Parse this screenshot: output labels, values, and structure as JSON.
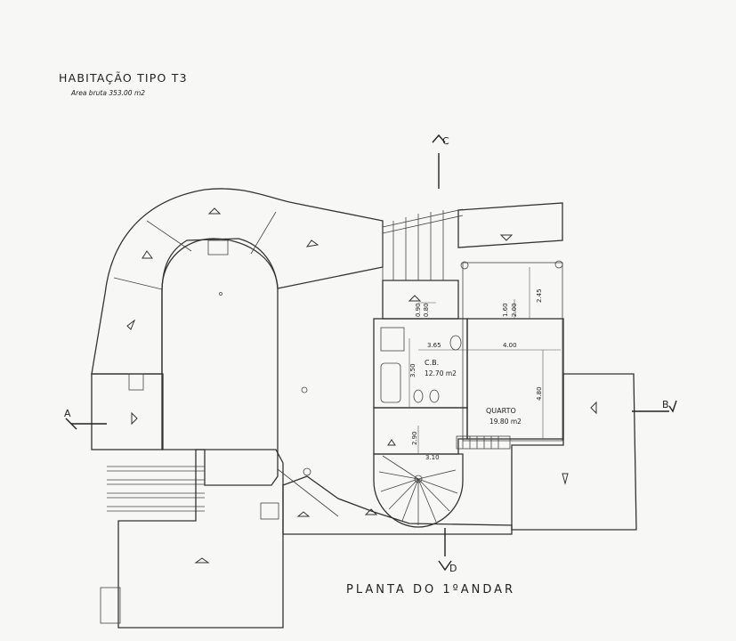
{
  "header": {
    "title": "HABITAÇÃO TIPO T3",
    "subtitle": "Area bruta 353.00 m2"
  },
  "footer": {
    "plan_title": "PLANTA DO 1ºANDAR"
  },
  "sections": {
    "a": "A",
    "b": "B",
    "c": "C",
    "d": "D"
  },
  "rooms": {
    "cb_name": "C.B.",
    "cb_area": "12.70 m2",
    "quarto_name": "QUARTO",
    "quarto_area": "19.80 m2"
  },
  "dimensions": {
    "d365": "3.65",
    "d400": "4.00",
    "d350": "3.50",
    "d480": "4.80",
    "d290": "2.90",
    "d310": "3.10",
    "d245": "2.45",
    "d160": "1.60",
    "d200": "2.00",
    "d090": "0.90",
    "d080": "0.80"
  }
}
